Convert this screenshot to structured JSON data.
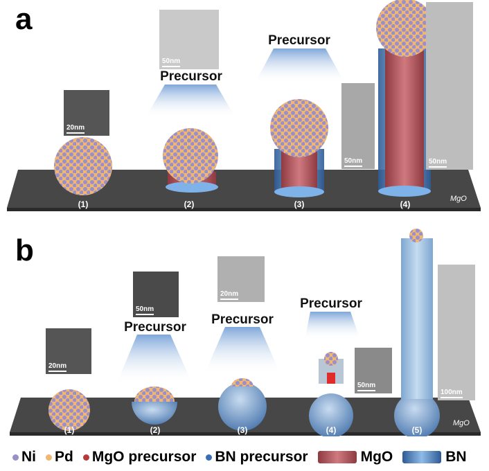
{
  "figure": {
    "panels": [
      {
        "letter": "a",
        "substrate_label": "MgO",
        "precursor_label": "Precursor",
        "steps": [
          {
            "label": "(1)",
            "tem_scale": "20nm"
          },
          {
            "label": "(2)",
            "tem_scale": "50nm"
          },
          {
            "label": "(3)",
            "tem_scale": "50nm"
          },
          {
            "label": "(4)",
            "tem_scale": "50nm"
          }
        ]
      },
      {
        "letter": "b",
        "substrate_label": "MgO",
        "precursor_label": "Precursor",
        "steps": [
          {
            "label": "(1)",
            "tem_scale": "20nm"
          },
          {
            "label": "(2)",
            "tem_scale": "50nm"
          },
          {
            "label": "(3)",
            "tem_scale": "20nm"
          },
          {
            "label": "(4)",
            "tem_scale": "50nm"
          },
          {
            "label": "(5)",
            "tem_scale": "100nm"
          }
        ]
      }
    ],
    "legend": [
      {
        "label": "Ni",
        "kind": "dot",
        "color": "#9a8fc6"
      },
      {
        "label": "Pd",
        "kind": "dot",
        "color": "#f0b674"
      },
      {
        "label": "MgO precursor",
        "kind": "dot",
        "color": "#b83a3a"
      },
      {
        "label": "BN precursor",
        "kind": "dot",
        "color": "#3a6fb8"
      },
      {
        "label": "MgO",
        "kind": "bar",
        "color": "#b85a5e"
      },
      {
        "label": "BN",
        "kind": "bar",
        "color": "#4a7fc0"
      }
    ],
    "colors": {
      "substrate": "#4a4a4a",
      "ni": "#9a8fc6",
      "pd": "#f0b674",
      "mgo": "#b85a5e",
      "bn": "#4a7fc0",
      "precursor_cone": "#8fb3de"
    }
  }
}
